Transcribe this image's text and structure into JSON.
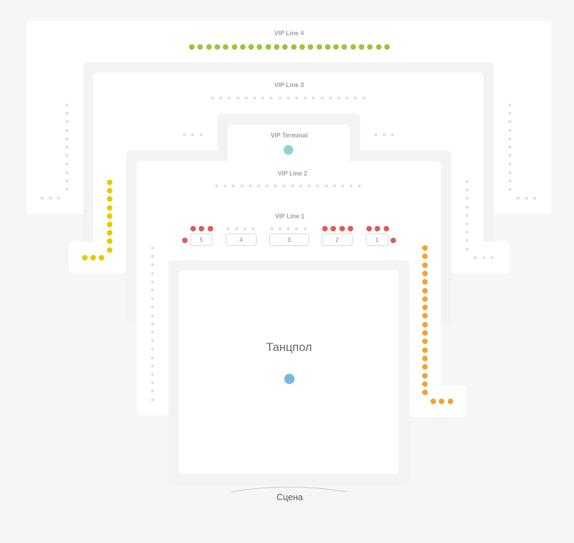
{
  "zones": {
    "vip_line_4": "VIP Line 4",
    "vip_line_3": "VIP Line 3",
    "vip_terminal": "VIP Terminal",
    "vip_line_2": "VIP Line 2",
    "vip_line_1": "VIP Line 1"
  },
  "tables": [
    "5",
    "4",
    "3",
    "2",
    "1"
  ],
  "dance_floor": "Танцпол",
  "stage": "Сцена",
  "colors": {
    "green": "#9bc53d",
    "yellow": "#e8c900",
    "red": "#e05a5a",
    "orange": "#f0a431",
    "teal": "#8ed3d0",
    "blue": "#79b8dd",
    "unavailable": "#dcdcdc"
  }
}
